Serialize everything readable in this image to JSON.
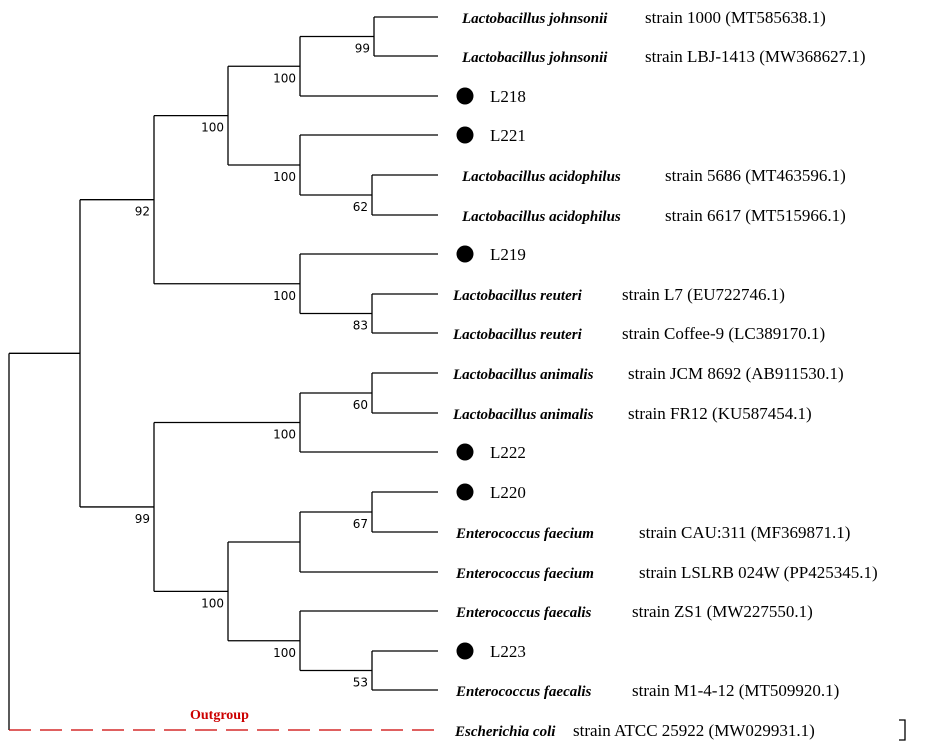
{
  "colors": {
    "line": "#000000",
    "outgroup": "#cc0000"
  },
  "outgroup_label": "Outgroup",
  "leaves": [
    {
      "id": "ljoh1",
      "kind": "reference",
      "species": "Lactobacillus johnsonii",
      "strain": "strain 1000 (MT585638.1)"
    },
    {
      "id": "ljoh2",
      "kind": "reference",
      "species": "Lactobacillus johnsonii",
      "strain": "strain LBJ-1413 (MW368627.1)"
    },
    {
      "id": "L218",
      "kind": "isolate",
      "label": "L218",
      "marker": "filled-circle"
    },
    {
      "id": "L221",
      "kind": "isolate",
      "label": "L221",
      "marker": "filled-circle"
    },
    {
      "id": "laci1",
      "kind": "reference",
      "species": "Lactobacillus acidophilus",
      "strain": "strain 5686 (MT463596.1)"
    },
    {
      "id": "laci2",
      "kind": "reference",
      "species": "Lactobacillus acidophilus",
      "strain": "strain 6617 (MT515966.1)"
    },
    {
      "id": "L219",
      "kind": "isolate",
      "label": "L219",
      "marker": "filled-circle"
    },
    {
      "id": "lreu1",
      "kind": "reference",
      "species": "Lactobacillus reuteri",
      "strain": "strain L7 (EU722746.1)"
    },
    {
      "id": "lreu2",
      "kind": "reference",
      "species": "Lactobacillus reuteri",
      "strain": "strain Coffee-9 (LC389170.1)"
    },
    {
      "id": "lani1",
      "kind": "reference",
      "species": "Lactobacillus animalis",
      "strain": "strain JCM 8692 (AB911530.1)"
    },
    {
      "id": "lani2",
      "kind": "reference",
      "species": "Lactobacillus animalis",
      "strain": "strain FR12 (KU587454.1)"
    },
    {
      "id": "L222",
      "kind": "isolate",
      "label": "L222",
      "marker": "filled-circle"
    },
    {
      "id": "L220",
      "kind": "isolate",
      "label": "L220",
      "marker": "filled-circle"
    },
    {
      "id": "efae1",
      "kind": "reference",
      "species": "Enterococcus faecium",
      "strain": "strain CAU:311 (MF369871.1)"
    },
    {
      "id": "efae2",
      "kind": "reference",
      "species": "Enterococcus faecium",
      "strain": "strain LSLRB 024W (PP425345.1)"
    },
    {
      "id": "efal1",
      "kind": "reference",
      "species": "Enterococcus faecalis",
      "strain": "strain ZS1 (MW227550.1)"
    },
    {
      "id": "L223",
      "kind": "isolate",
      "label": "L223",
      "marker": "filled-circle"
    },
    {
      "id": "efal2",
      "kind": "reference",
      "species": "Enterococcus faecalis",
      "strain": "strain M1-4-12 (MT509920.1)"
    },
    {
      "id": "ecoli",
      "kind": "outgroup",
      "species": "Escherichia coli",
      "strain": "strain ATCC 25922 (MW029931.1)"
    }
  ],
  "nodes": [
    {
      "id": "n_joh",
      "children": [
        "ljoh1",
        "ljoh2"
      ],
      "bootstrap": "99"
    },
    {
      "id": "n_joh218",
      "children": [
        "n_joh",
        "L218"
      ],
      "bootstrap": "100"
    },
    {
      "id": "n_aci",
      "children": [
        "laci1",
        "laci2"
      ],
      "bootstrap": "62"
    },
    {
      "id": "n_aci221",
      "children": [
        "L221",
        "n_aci"
      ],
      "bootstrap": "100"
    },
    {
      "id": "n_jl",
      "children": [
        "n_joh218",
        "n_aci221"
      ],
      "bootstrap": "100"
    },
    {
      "id": "n_reu",
      "children": [
        "lreu1",
        "lreu2"
      ],
      "bootstrap": "83"
    },
    {
      "id": "n_reu219",
      "children": [
        "L219",
        "n_reu"
      ],
      "bootstrap": "100"
    },
    {
      "id": "n_top",
      "children": [
        "n_jl",
        "n_reu219"
      ],
      "bootstrap": "92"
    },
    {
      "id": "n_ani",
      "children": [
        "lani1",
        "lani2"
      ],
      "bootstrap": "60"
    },
    {
      "id": "n_ani222",
      "children": [
        "n_ani",
        "L222"
      ],
      "bootstrap": "100"
    },
    {
      "id": "n_fae",
      "children": [
        "L220",
        "efae1"
      ],
      "bootstrap": "67"
    },
    {
      "id": "n_fae2",
      "children": [
        "n_fae",
        "efae2"
      ],
      "bootstrap": ""
    },
    {
      "id": "n_fal",
      "children": [
        "L223",
        "efal2"
      ],
      "bootstrap": "53"
    },
    {
      "id": "n_fal2",
      "children": [
        "efal1",
        "n_fal"
      ],
      "bootstrap": "100"
    },
    {
      "id": "n_ent",
      "children": [
        "n_fae2",
        "n_fal2"
      ],
      "bootstrap": "100"
    },
    {
      "id": "n_bot",
      "children": [
        "n_ani222",
        "n_ent"
      ],
      "bootstrap": "99"
    },
    {
      "id": "n_ingroup",
      "children": [
        "n_top",
        "n_bot"
      ],
      "bootstrap": ""
    },
    {
      "id": "root",
      "children": [
        "n_ingroup",
        "ecoli"
      ],
      "bootstrap": ""
    }
  ]
}
